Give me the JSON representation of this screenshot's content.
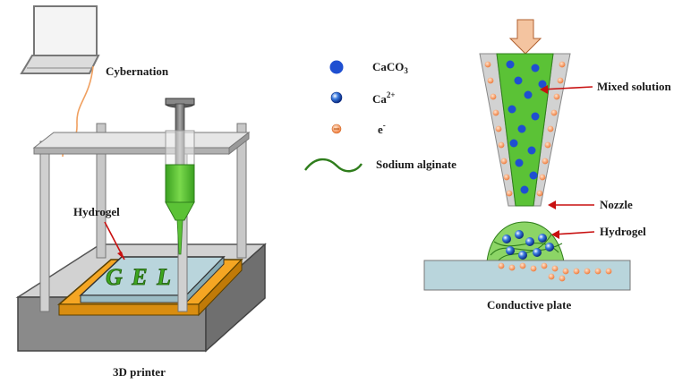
{
  "labels": {
    "cybernation": "Cybernation",
    "hydrogel_left": "Hydrogel",
    "gel_text": "G E L",
    "printer": "3D printer",
    "caco3_base": "CaCO",
    "caco3_sub": "3",
    "ca_base": "Ca",
    "ca_sup": "2+",
    "e_base": "e",
    "e_sup": "-",
    "sodium_alginate": "Sodium alginate",
    "mixed_solution": "Mixed solution",
    "nozzle": "Nozzle",
    "hydrogel_right": "Hydrogel",
    "conductive_plate": "Conductive plate"
  },
  "colors": {
    "green": "#5bc236",
    "dark_green": "#2f7d1c",
    "blue_dot": "#1f4fd1",
    "orange": "#f5a623",
    "electron": "#f08b4e",
    "frame": "#c8c8c8",
    "plate": "#b9d5dc",
    "arrow_red": "#c81010"
  }
}
